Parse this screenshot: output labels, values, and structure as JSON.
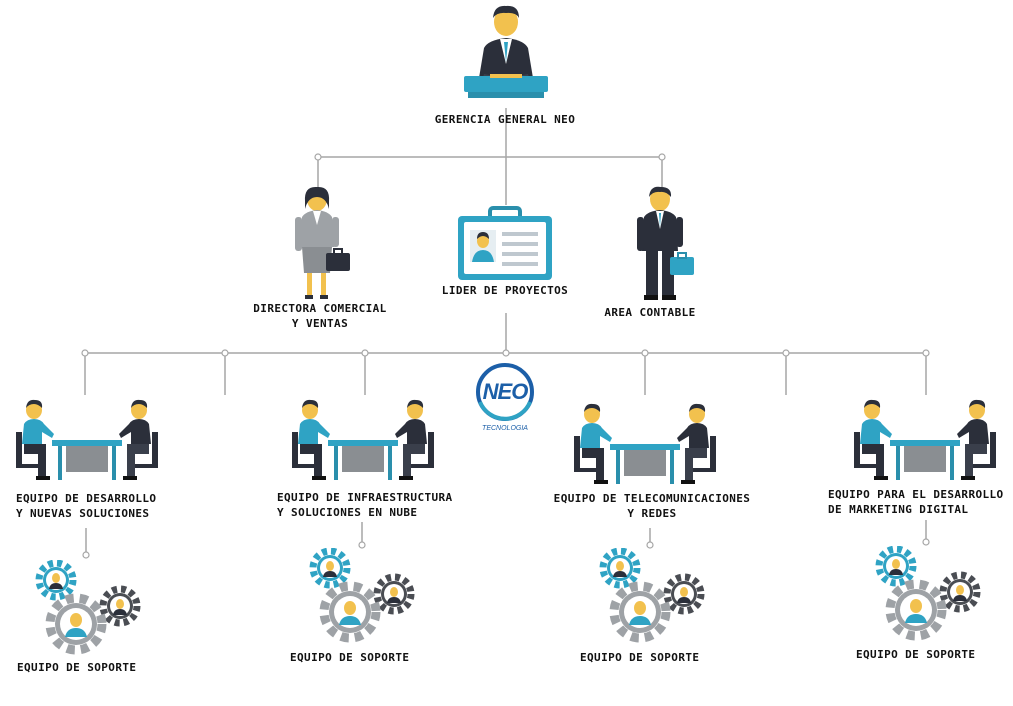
{
  "top": {
    "label": "GERENCIA GENERAL NEO"
  },
  "level2": [
    {
      "label_line1": "DIRECTORA COMERCIAL",
      "label_line2": "Y VENTAS"
    },
    {
      "label_line1": "LIDER DE PROYECTOS",
      "label_line2": ""
    },
    {
      "label_line1": "AREA CONTABLE",
      "label_line2": ""
    }
  ],
  "logo": {
    "text": "NEO",
    "subtext": "TECNOLOGIA"
  },
  "teams": [
    {
      "label_line1": "EQUIPO DE DESARROLLO",
      "label_line2": "Y NUEVAS SOLUCIONES",
      "support": "EQUIPO DE SOPORTE"
    },
    {
      "label_line1": "EQUIPO DE INFRAESTRUCTURA",
      "label_line2": "Y SOLUCIONES EN NUBE",
      "support": "EQUIPO DE SOPORTE"
    },
    {
      "label_line1": "EQUIPO DE TELECOMUNICACIONES",
      "label_line2": "Y REDES",
      "support": "EQUIPO DE SOPORTE"
    },
    {
      "label_line1": "EQUIPO PARA EL DESARROLLO",
      "label_line2": "DE MARKETING DIGITAL",
      "support": "EQUIPO DE SOPORTE"
    }
  ],
  "colors": {
    "line": "#a6a6a6",
    "accent": "#2fa3c4",
    "dark": "#2b2f3a",
    "gear_gray": "#9ea2a6",
    "gear_dark": "#4a4d53",
    "logo_blue": "#1c5fa8"
  }
}
